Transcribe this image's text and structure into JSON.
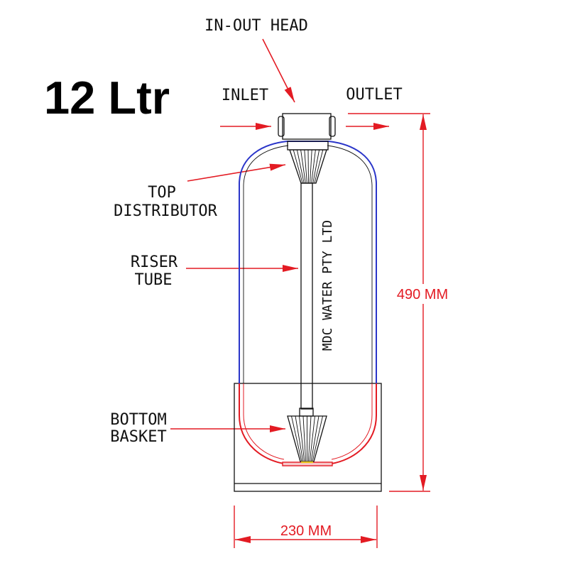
{
  "title": "12 Ltr",
  "callouts": {
    "in_out_head": "IN-OUT HEAD",
    "inlet": "INLET",
    "outlet": "OUTLET",
    "top_distributor": [
      "TOP",
      "DISTRIBUTOR"
    ],
    "riser_tube": [
      "RISER",
      "TUBE"
    ],
    "bottom_basket": [
      "BOTTOM",
      "BASKET"
    ]
  },
  "tube_marking": "MDC WATER PTY LTD",
  "dimensions": {
    "height": "490 MM",
    "width": "230 MM"
  },
  "colors": {
    "callout_arrow": "#e31b23",
    "dimension": "#e31b23",
    "vessel_wall_upper": "#2a35c9",
    "vessel_wall_lower": "#e31b23",
    "line_work": "#111111",
    "basket_tip": "#e8c21a"
  }
}
